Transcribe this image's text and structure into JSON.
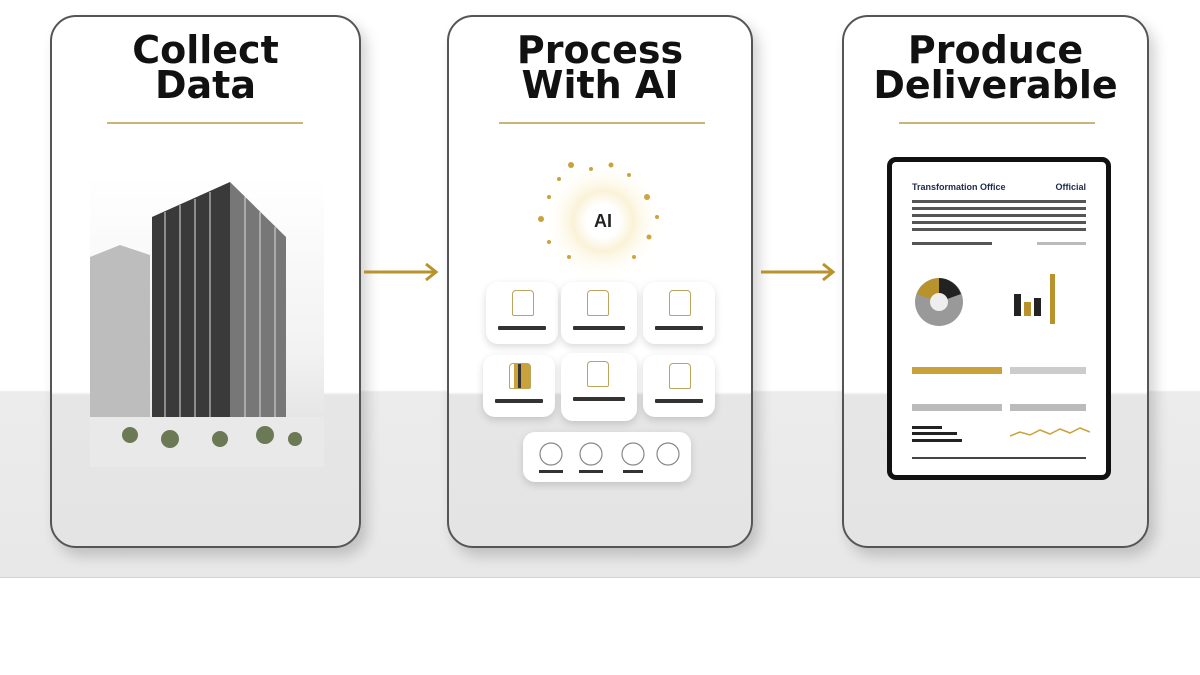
{
  "steps": [
    {
      "title_line1": "Collect",
      "title_line2": "Data",
      "image": "office-building-photo"
    },
    {
      "title_line1": "Process",
      "title_line2": "With AI",
      "center_badge": "AI",
      "image": "ai-tiles-grid"
    },
    {
      "title_line1": "Produce",
      "title_line2": "Deliverable",
      "image": "report-tablet",
      "document": {
        "header_left": "Transformation Office",
        "header_right": "Official"
      }
    }
  ],
  "colors": {
    "accent": "#b8922a",
    "border": "#555555",
    "text": "#111111"
  }
}
